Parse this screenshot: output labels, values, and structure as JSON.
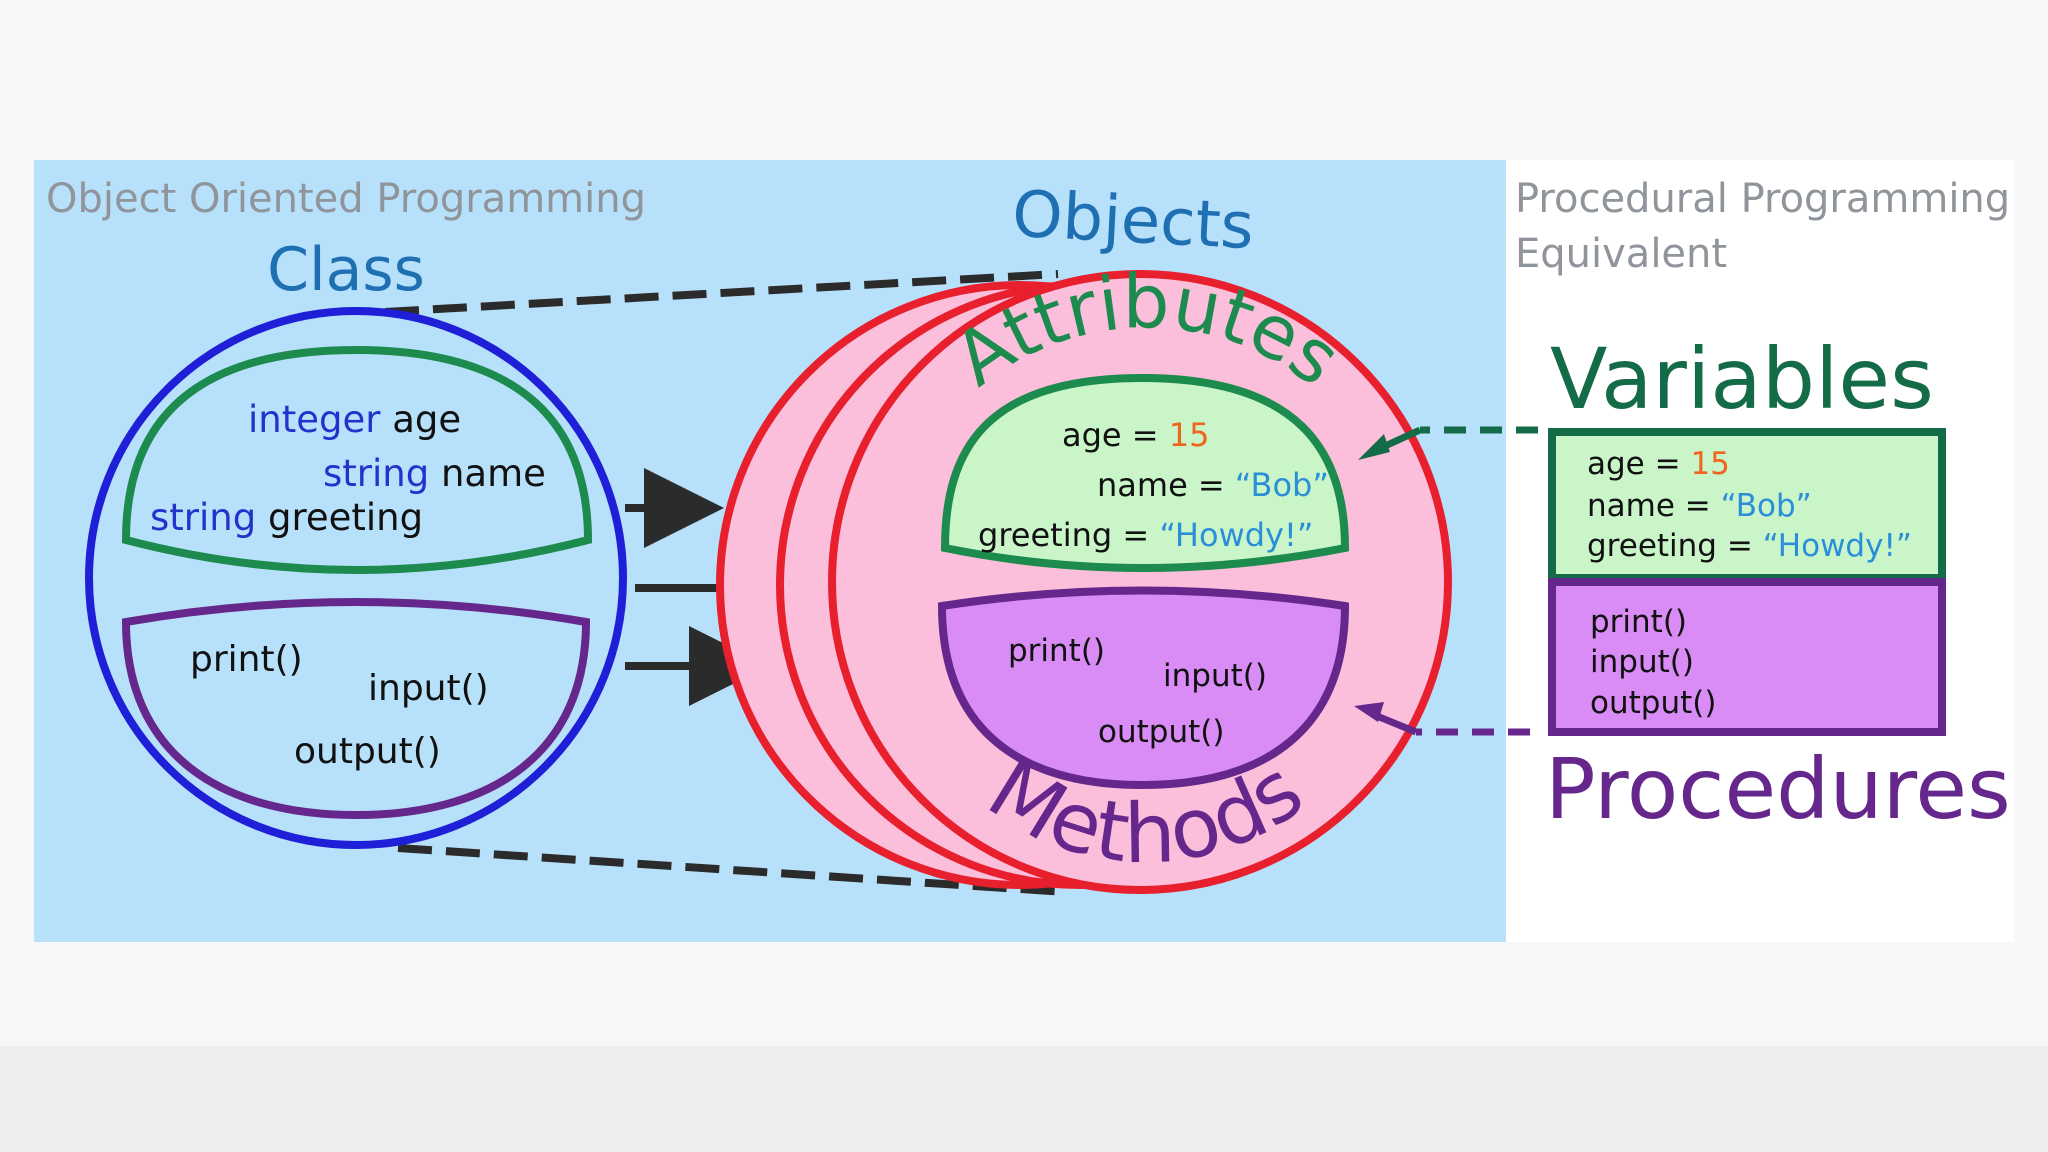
{
  "panels": {
    "oop_title": "Object Oriented Programming",
    "procedural_title_line1": "Procedural Programming",
    "procedural_title_line2": "Equivalent"
  },
  "class_section": {
    "label": "Class",
    "attributes": [
      {
        "type": "integer",
        "name": "age"
      },
      {
        "type": "string",
        "name": "name"
      },
      {
        "type": "string",
        "name": "greeting"
      }
    ],
    "methods": [
      "print()",
      "input()",
      "output()"
    ]
  },
  "objects_section": {
    "label": "Objects",
    "attributes_arc_label": "Attributes",
    "methods_arc_label": "Methods",
    "attributes": [
      {
        "name": "age",
        "equals": "=",
        "value": "15"
      },
      {
        "name": "name",
        "equals": "=",
        "value": "“Bob”"
      },
      {
        "name": "greeting",
        "equals": "=",
        "value": "“Howdy!”"
      }
    ],
    "methods": [
      "print()",
      "input()",
      "output()"
    ]
  },
  "procedural_section": {
    "variables_label": "Variables",
    "procedures_label": "Procedures",
    "variables": [
      {
        "name": "age",
        "equals": "=",
        "value": "15"
      },
      {
        "name": "name",
        "equals": "=",
        "value": "“Bob”"
      },
      {
        "name": "greeting",
        "equals": "=",
        "value": "“Howdy!”"
      }
    ],
    "procedures": [
      "print()",
      "input()",
      "output()"
    ]
  },
  "colors": {
    "oop_background": "#b7e1fb",
    "class_circle": "#1f1fd8",
    "attribute_green": "#1d8a4e",
    "attribute_fill": "#c9f5c9",
    "method_purple": "#66278c",
    "method_fill": "#d98cf5",
    "object_red": "#e8202e",
    "object_fill": "#fbbfdc",
    "label_blue": "#1f6fb3",
    "type_blue": "#2233cc",
    "value_orange": "#f0641e",
    "string_blue": "#2a8fd8",
    "panel_title_gray": "#8f959b"
  }
}
